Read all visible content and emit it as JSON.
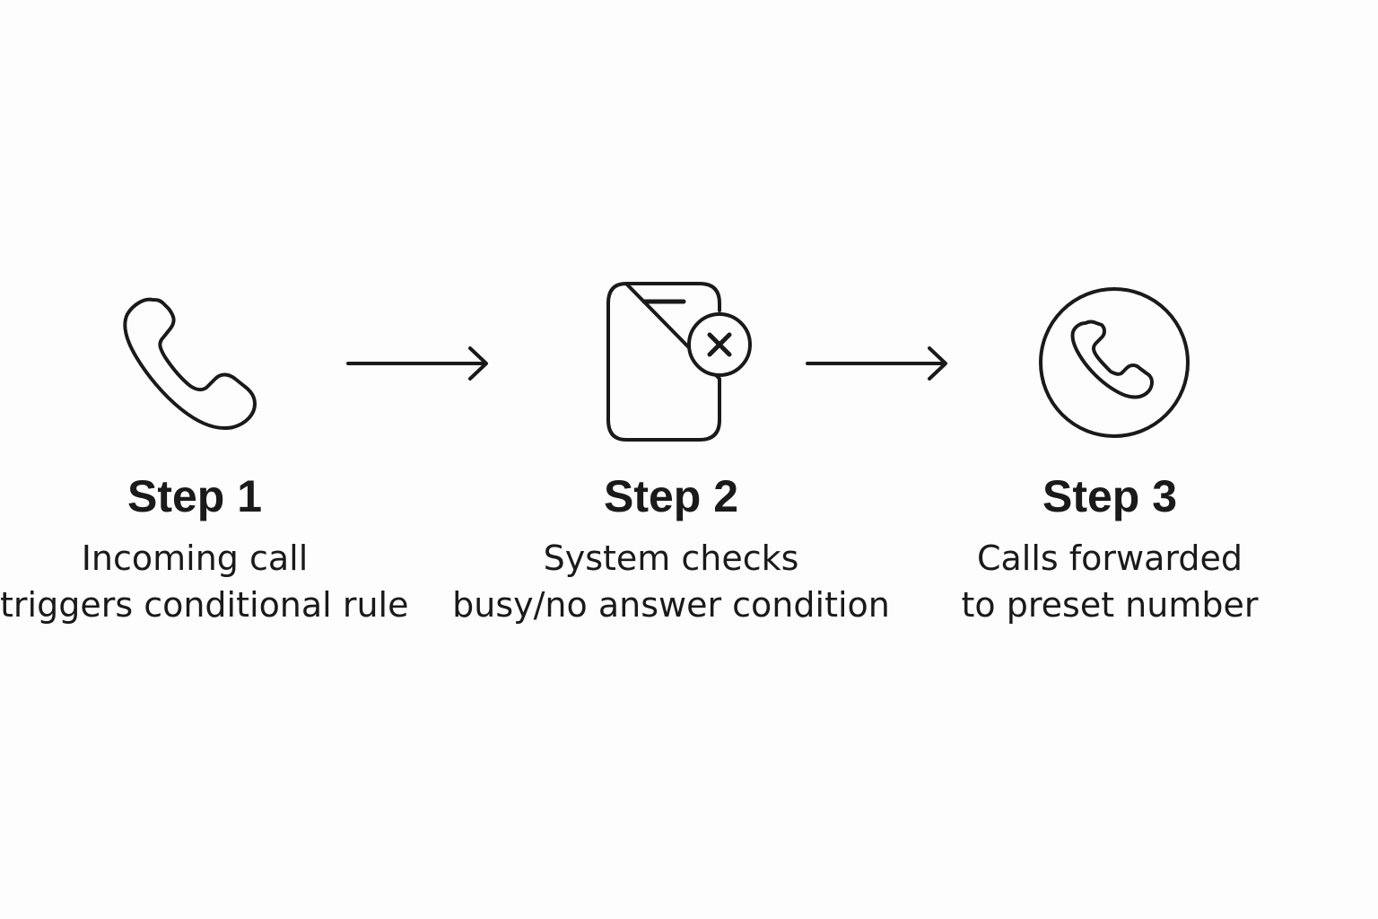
{
  "diagram": {
    "steps": [
      {
        "title": "Step 1",
        "description_lines": [
          "Incoming call",
          "triggers conditional rule"
        ],
        "icon": "phone-handset-icon"
      },
      {
        "title": "Step 2",
        "description_lines": [
          "System checks",
          "busy/no answer condition"
        ],
        "icon": "phone-with-x-icon"
      },
      {
        "title": "Step 3",
        "description_lines": [
          "Calls forwarded",
          "to preset number"
        ],
        "icon": "phone-in-circle-icon"
      }
    ],
    "connectors": [
      {
        "icon": "arrow-right-icon"
      },
      {
        "icon": "arrow-right-icon"
      }
    ],
    "colors": {
      "background": "#fdfdfd",
      "foreground": "#1a1a1a"
    }
  }
}
